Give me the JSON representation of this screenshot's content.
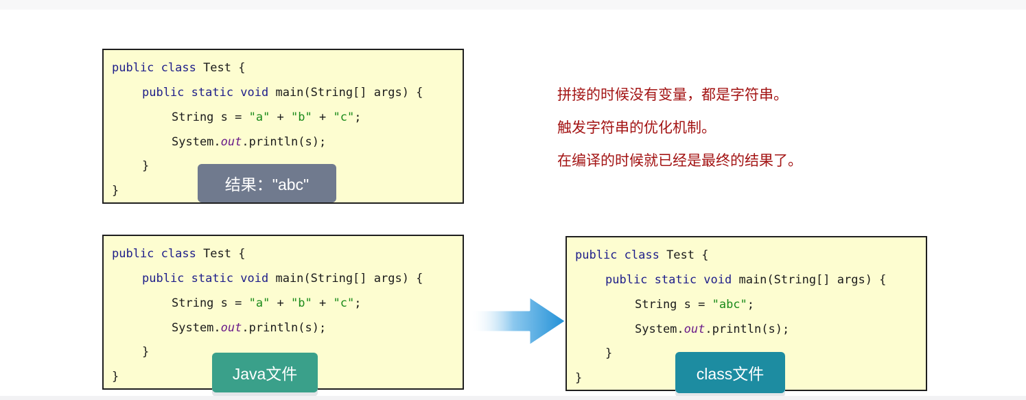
{
  "box1": {
    "line1": {
      "kw": "public class",
      "rest": " Test {"
    },
    "line2": {
      "kw": "public static void",
      "rest": " main(String[] args) {"
    },
    "line3": {
      "pre": "String s = ",
      "s1": "\"a\"",
      "op1": " + ",
      "s2": "\"b\"",
      "op2": " + ",
      "s3": "\"c\"",
      "end": ";"
    },
    "line4": {
      "pre": "System.",
      "it": "out",
      "rest": ".println(s);"
    },
    "line5": "}",
    "line6": "}",
    "tag": "结果：\"abc\""
  },
  "box2": {
    "line1": {
      "kw": "public class",
      "rest": " Test {"
    },
    "line2": {
      "kw": "public static void",
      "rest": " main(String[] args) {"
    },
    "line3": {
      "pre": "String s = ",
      "s1": "\"a\"",
      "op1": " + ",
      "s2": "\"b\"",
      "op2": " + ",
      "s3": "\"c\"",
      "end": ";"
    },
    "line4": {
      "pre": "System.",
      "it": "out",
      "rest": ".println(s);"
    },
    "line5": "}",
    "line6": "}",
    "tag": "Java文件"
  },
  "box3": {
    "line1": {
      "kw": "public class",
      "rest": " Test {"
    },
    "line2": {
      "kw": "public static void",
      "rest": " main(String[] args) {"
    },
    "line3": {
      "pre": "String s = ",
      "s1": "\"abc\"",
      "end": ";"
    },
    "line4": {
      "pre": "System.",
      "it": "out",
      "rest": ".println(s);"
    },
    "line5": "}",
    "line6": "}",
    "tag": "class文件"
  },
  "notes": [
    "拼接的时候没有变量，都是字符串。",
    "触发字符串的优化机制。",
    "在编译的时候就已经是最终的结果了。"
  ],
  "colors": {
    "code_bg": "#fdfdd0",
    "keyword": "#1d1d8a",
    "string": "#1a8a1a",
    "note": "#a31414",
    "arrow": "#1f8fd6"
  }
}
